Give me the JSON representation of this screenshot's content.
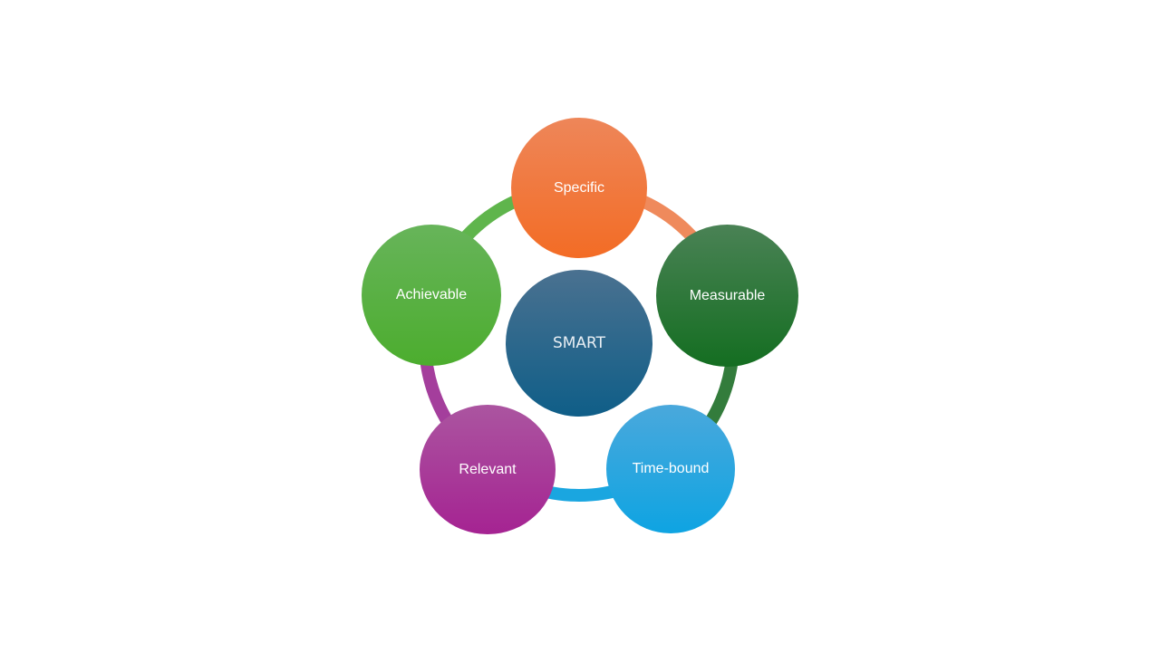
{
  "diagram": {
    "type": "cycle",
    "center": {
      "label": "SMART",
      "color_top": "#4a7190",
      "color_bottom": "#0f5e88"
    },
    "nodes": [
      {
        "id": "specific",
        "label": "Specific",
        "color_top": "#ee8659",
        "color_bottom": "#f36c25"
      },
      {
        "id": "measurable",
        "label": "Measurable",
        "color_top": "#4a8255",
        "color_bottom": "#146e21"
      },
      {
        "id": "time-bound",
        "label": "Time-bound",
        "color_top": "#4aa8dc",
        "color_bottom": "#0ea4e2"
      },
      {
        "id": "relevant",
        "label": "Relevant",
        "color_top": "#ab55a0",
        "color_bottom": "#a52392"
      },
      {
        "id": "achievable",
        "label": "Achievable",
        "color_top": "#67b45a",
        "color_bottom": "#4cad2e"
      }
    ],
    "connectors": [
      {
        "from": "specific",
        "to": "measurable",
        "color": "#ef8a5c"
      },
      {
        "from": "measurable",
        "to": "time-bound",
        "color": "#337c3c"
      },
      {
        "from": "time-bound",
        "to": "relevant",
        "color": "#1aa6e0"
      },
      {
        "from": "relevant",
        "to": "achievable",
        "color": "#a43e9c"
      },
      {
        "from": "achievable",
        "to": "specific",
        "color": "#5fb54c"
      }
    ]
  }
}
